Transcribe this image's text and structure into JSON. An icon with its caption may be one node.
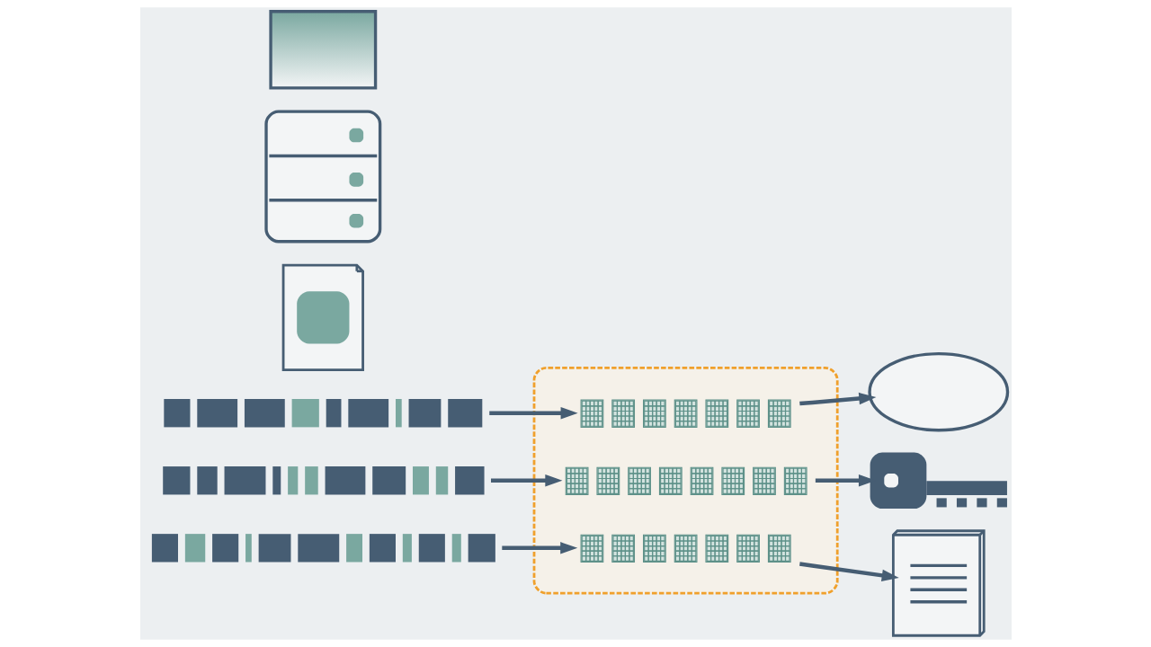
{
  "diagram": {
    "nodes": [
      {
        "text": [],
        "shape": "picture"
      },
      {
        "text": [],
        "shape": "bar"
      },
      {
        "text": [],
        "shape": "box"
      },
      {
        "text": [],
        "shape": "box",
        "in": 2
      },
      {
        "text": [],
        "shape": "cloud"
      },
      {
        "text": [],
        "shape": "picture"
      },
      {
        "text": [],
        "shape": "bar"
      },
      {
        "text": [],
        "shape": "box",
        "in": 2
      },
      {
        "text": [],
        "shape": "picture"
      },
      {
        "text": [],
        "shape": "picture"
      },
      {
        "text": [],
        "shape": "bar"
      },
      {
        "text": [],
        "shape": "box",
        "in": 2
      },
      {
        "text": [],
        "shape": "picture"
      }
    ],
    "edges": [
      {
        "from": 1,
        "to": 3,
        "arrow": "to"
      },
      {
        "from": 3,
        "to": 4,
        "arrow": "to"
      },
      {
        "from": 6,
        "to": 7,
        "arrow": "to"
      },
      {
        "from": 7,
        "to": 8,
        "arrow": "to"
      },
      {
        "from": 10,
        "to": 11,
        "arrow": "to"
      },
      {
        "from": 11,
        "to": 12,
        "arrow": "to"
      }
    ]
  }
}
